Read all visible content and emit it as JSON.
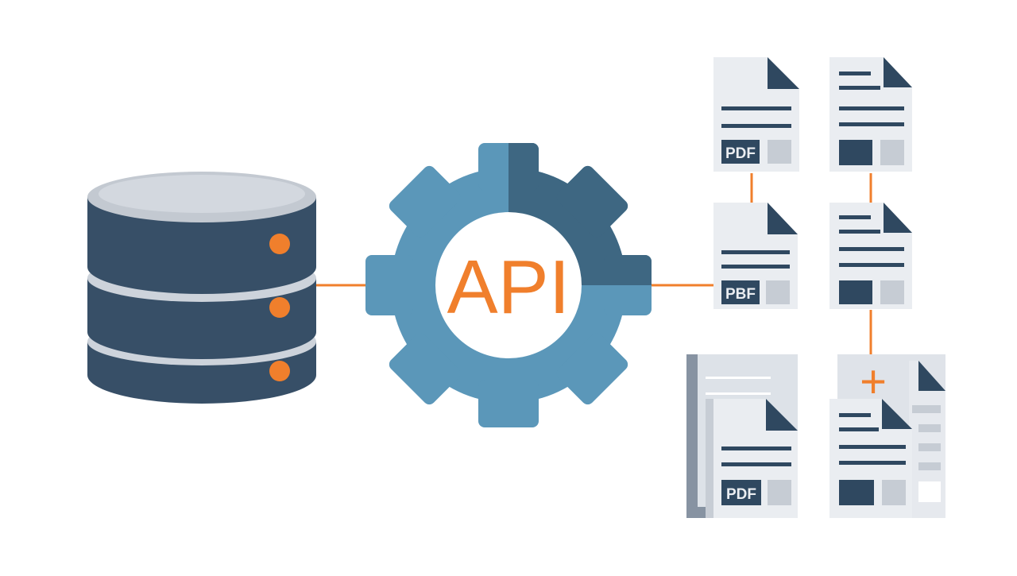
{
  "colors": {
    "background": "#ffffff",
    "db_dark": "#374f67",
    "db_light": "#cdd3db",
    "db_top": "#c3c9d1",
    "gear_light": "#5b97b9",
    "gear_dark": "#3e6782",
    "accent": "#f07f2c",
    "doc_page": "#eaedf1",
    "doc_fold": "#2f4860",
    "doc_gray": "#c6ccd4",
    "doc_line": "#2f4860"
  },
  "gear": {
    "label": "API"
  },
  "database": {
    "icon": "database-icon",
    "indicators": 3
  },
  "documents": [
    {
      "id": "doc-pdf-top",
      "tag": "PDF"
    },
    {
      "id": "doc-plain-top",
      "tag": ""
    },
    {
      "id": "doc-pdf-middle",
      "tag": "PBF"
    },
    {
      "id": "doc-plain-middle",
      "tag": ""
    },
    {
      "id": "doc-pdf-bottom",
      "tag": "PDF"
    },
    {
      "id": "doc-plain-bottom",
      "tag": ""
    }
  ],
  "plus_symbol": "+"
}
